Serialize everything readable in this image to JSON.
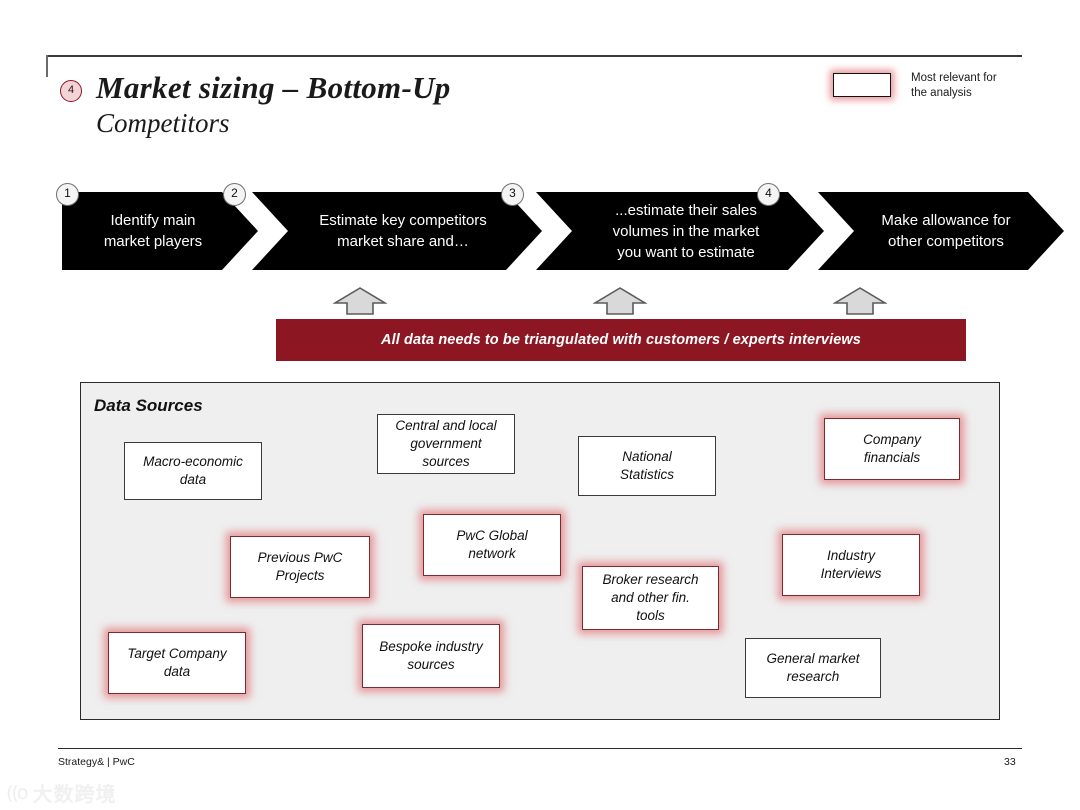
{
  "slide": {
    "title_badge": "4",
    "title_main": "Market sizing – Bottom-Up",
    "title_sub": "Competitors"
  },
  "legend": {
    "swatch_name": "highlight-swatch",
    "label": "Most relevant for\nthe analysis"
  },
  "process": {
    "steps": [
      {
        "number": "1",
        "label": "Identify main\nmarket players"
      },
      {
        "number": "2",
        "label": "Estimate key competitors\nmarket share and…"
      },
      {
        "number": "3",
        "label": "...estimate their sales\nvolumes in the market\nyou want to estimate"
      },
      {
        "number": "4",
        "label": "Make allowance for\nother competitors"
      }
    ]
  },
  "banner": {
    "text": "All data needs to be triangulated with customers / experts interviews",
    "color": "#8c1622"
  },
  "arrows": [
    {
      "name": "up-arrow-1"
    },
    {
      "name": "up-arrow-2"
    },
    {
      "name": "up-arrow-3"
    }
  ],
  "panel": {
    "title": "Data Sources",
    "boxes": [
      {
        "label": "Macro-economic\ndata",
        "highlighted": false
      },
      {
        "label": "Central and local\ngovernment\nsources",
        "highlighted": false
      },
      {
        "label": "National\nStatistics",
        "highlighted": false
      },
      {
        "label": "Company\nfinancials",
        "highlighted": true
      },
      {
        "label": "Previous PwC\nProjects",
        "highlighted": true
      },
      {
        "label": "PwC Global\nnetwork",
        "highlighted": true
      },
      {
        "label": "Broker research\nand other fin.\ntools",
        "highlighted": true
      },
      {
        "label": "Industry\nInterviews",
        "highlighted": true
      },
      {
        "label": "Target Company\ndata",
        "highlighted": true
      },
      {
        "label": "Bespoke industry\nsources",
        "highlighted": true
      },
      {
        "label": "General market\nresearch",
        "highlighted": false
      }
    ]
  },
  "footer": {
    "left": "Strategy& | PwC",
    "page": "33"
  },
  "watermark": {
    "mark": "((o",
    "text": "大数跨境"
  },
  "colors": {
    "accent_red": "#8c1622",
    "highlight_glow": "#e2787c",
    "panel_bg": "#efefef",
    "chevron_bg": "#000000"
  }
}
